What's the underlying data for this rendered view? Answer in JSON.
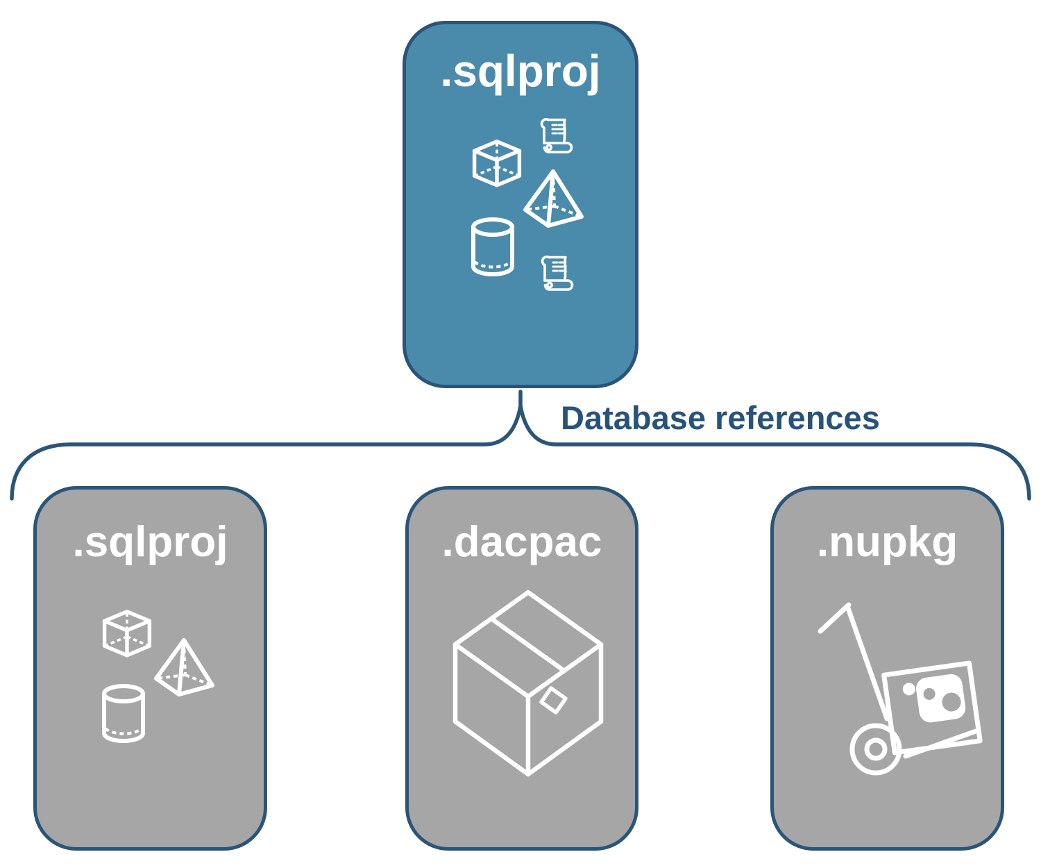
{
  "diagram": {
    "root_box": {
      "label": ".sqlproj"
    },
    "relationship_label": "Database references",
    "reference_boxes": [
      {
        "label": ".sqlproj"
      },
      {
        "label": ".dacpac"
      },
      {
        "label": ".nupkg"
      }
    ],
    "icons": {
      "root_box": [
        "cube-icon",
        "scroll-icon",
        "pyramid-icon",
        "cylinder-icon",
        "scroll-icon"
      ],
      "sqlproj_box": [
        "cube-icon",
        "pyramid-icon",
        "cylinder-icon"
      ],
      "dacpac_box": [
        "package-box-icon"
      ],
      "nupkg_box": [
        "hand-truck-icon",
        "nuget-package-icon"
      ]
    },
    "colors": {
      "root_fill": "#4a8bac",
      "child_fill": "#a6a6a6",
      "outline": "#2a5578",
      "label_text": "#27537a",
      "icon_stroke": "#ffffff",
      "background": "#ffffff"
    }
  }
}
